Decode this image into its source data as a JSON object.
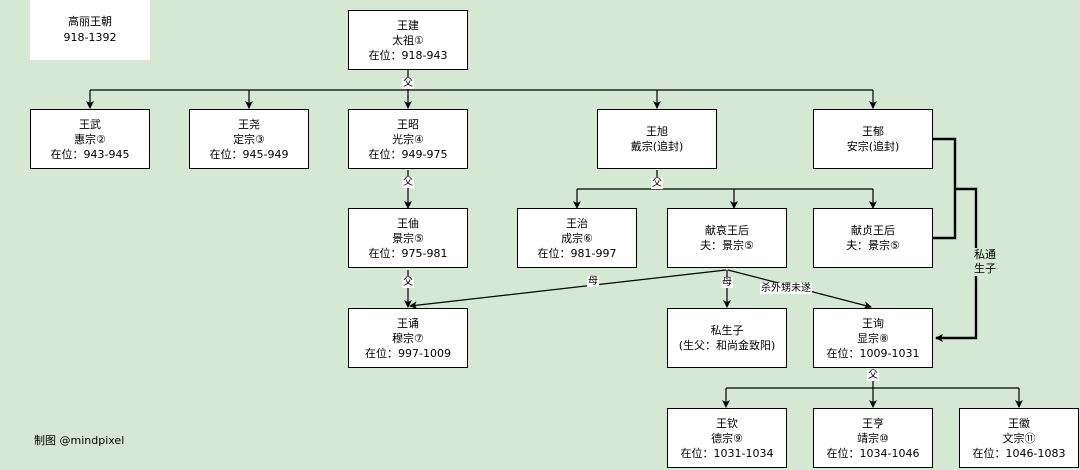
{
  "title_box": {
    "line1": "高丽王朝",
    "line2": "918-1392"
  },
  "credit": "制图 @mindpixel",
  "nodes": {
    "wang_geon": {
      "name": "王建",
      "title": "太祖①",
      "reign": "在位：918-943"
    },
    "wang_mu": {
      "name": "王武",
      "title": "惠宗②",
      "reign": "在位：943-945"
    },
    "wang_yo": {
      "name": "王尧",
      "title": "定宗③",
      "reign": "在位：945-949"
    },
    "wang_so": {
      "name": "王昭",
      "title": "光宗④",
      "reign": "在位：949-975"
    },
    "wang_uk_dae": {
      "name": "王旭",
      "title": "戴宗(追封)"
    },
    "wang_uk_an": {
      "name": "王郁",
      "title": "安宗(追封)"
    },
    "wang_ju": {
      "name": "王伷",
      "title": "景宗⑤",
      "reign": "在位：975-981"
    },
    "wang_chi": {
      "name": "王治",
      "title": "成宗⑥",
      "reign": "在位：981-997"
    },
    "queen_heonae": {
      "name": "献哀王后",
      "title": "夫：景宗⑤"
    },
    "queen_heonjeong": {
      "name": "献贞王后",
      "title": "夫：景宗⑤"
    },
    "wang_song": {
      "name": "王诵",
      "title": "穆宗⑦",
      "reign": "在位：997-1009"
    },
    "illegitimate_son": {
      "name": "私生子",
      "title": "(生父：和尚金致阳)"
    },
    "wang_sun": {
      "name": "王询",
      "title": "显宗⑧",
      "reign": "在位：1009-1031"
    },
    "wang_heum": {
      "name": "王钦",
      "title": "德宗⑨",
      "reign": "在位：1031-1034"
    },
    "wang_hyeong": {
      "name": "王亨",
      "title": "靖宗⑩",
      "reign": "在位：1034-1046"
    },
    "wang_hwi": {
      "name": "王徽",
      "title": "文宗⑪",
      "reign": "在位：1046-1083"
    }
  },
  "edge_labels": {
    "father": "父",
    "mother": "母",
    "attempted_kill": "杀外甥未遂",
    "affair_line1": "私通",
    "affair_line2": "生子"
  }
}
